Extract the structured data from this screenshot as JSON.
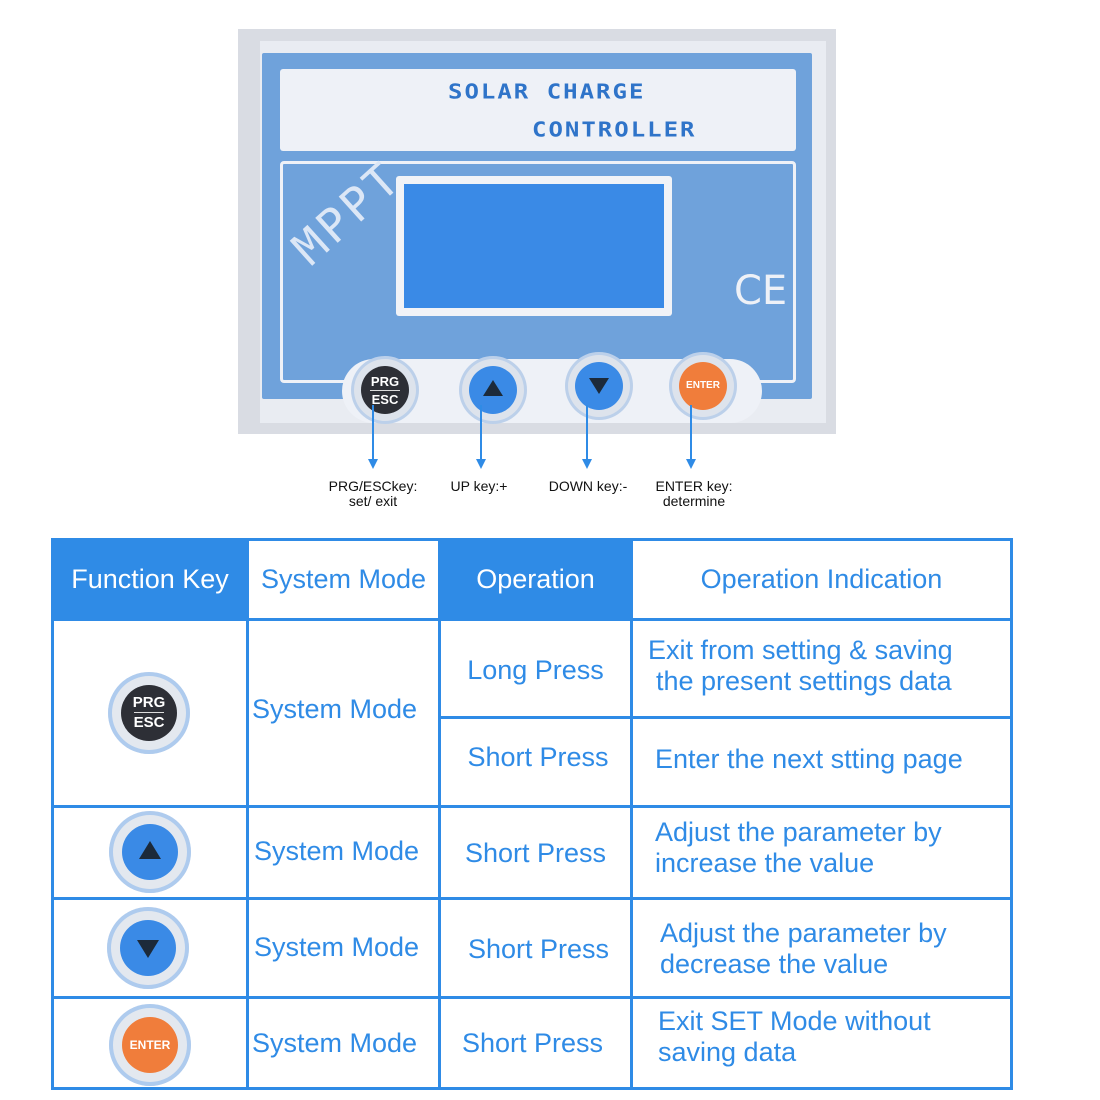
{
  "device": {
    "title_line1": "SOLAR CHARGE",
    "title_line2": "CONTROLLER",
    "brand_mark": "MPPT",
    "ce_mark": "CE",
    "keys": {
      "prg_top": "PRG",
      "prg_bottom": "ESC",
      "enter": "ENTER"
    }
  },
  "key_labels": {
    "prg_line1": "PRG/ESCkey:",
    "prg_line2": "set/ exit",
    "up": "UP key:+",
    "down": "DOWN key:-",
    "enter_line1": "ENTER key:",
    "enter_line2": "determine"
  },
  "table": {
    "headers": [
      "Function Key",
      "System Mode",
      "Operation",
      "Operation Indication"
    ],
    "rows": [
      {
        "key_icon": "prg-esc-key-icon",
        "mode": "System Mode",
        "operation": "Long Press",
        "indication_line1": "Exit from setting & saving",
        "indication_line2": "the present settings data"
      },
      {
        "key_icon": "prg-esc-key-icon",
        "mode": "System Mode",
        "operation": "Short Press",
        "indication_line1": "Enter the next stting page",
        "indication_line2": ""
      },
      {
        "key_icon": "up-key-icon",
        "mode": "System Mode",
        "operation": "Short Press",
        "indication_line1": "Adjust the parameter by",
        "indication_line2": "increase the value"
      },
      {
        "key_icon": "down-key-icon",
        "mode": "System Mode",
        "operation": "Short Press",
        "indication_line1": "Adjust the parameter by",
        "indication_line2": "decrease the value"
      },
      {
        "key_icon": "enter-key-icon",
        "mode": "System Mode",
        "operation": "Short Press",
        "indication_line1": "Exit SET Mode without",
        "indication_line2": "saving data"
      }
    ]
  },
  "colors": {
    "accent_blue": "#2f8be6",
    "panel_blue": "#6fa2db",
    "enter_orange": "#f07d3b"
  }
}
